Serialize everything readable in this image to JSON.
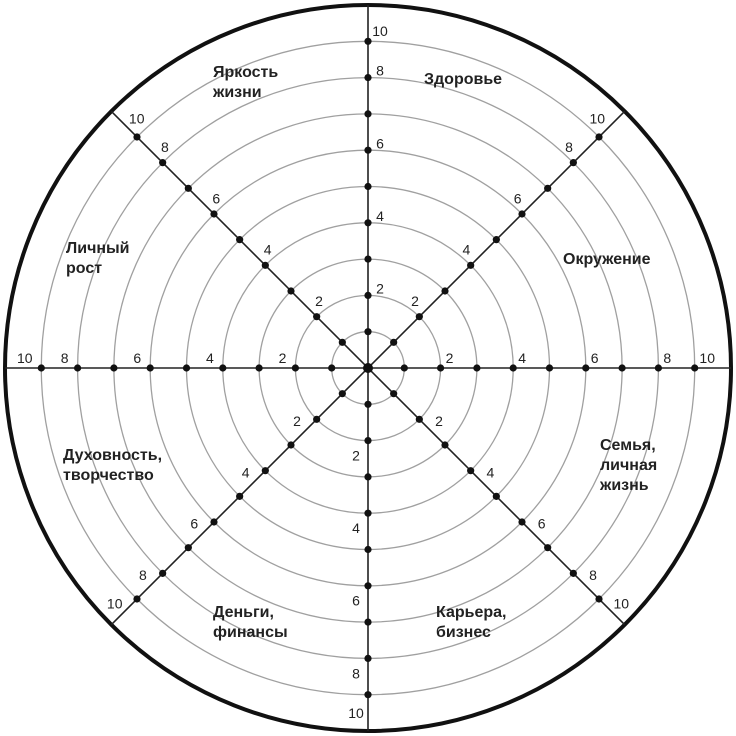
{
  "title": "Колесо жизненного баланса",
  "scale": {
    "min": 0,
    "max": 10,
    "step": 1,
    "labels": [
      "2",
      "4",
      "6",
      "8",
      "10"
    ]
  },
  "colors": {
    "ring": "#a0a0a0",
    "axis": "#222222",
    "outer": "#111111",
    "dot": "#111111"
  },
  "categories": [
    {
      "lines": [
        "Здоровье"
      ]
    },
    {
      "lines": [
        "Окружение"
      ]
    },
    {
      "lines": [
        "Семья,",
        "личная",
        "жизнь"
      ]
    },
    {
      "lines": [
        "Карьера,",
        "бизнес"
      ]
    },
    {
      "lines": [
        "Деньги,",
        "финансы"
      ]
    },
    {
      "lines": [
        "Духовность,",
        "творчество"
      ]
    },
    {
      "lines": [
        "Личный",
        "рост"
      ]
    },
    {
      "lines": [
        "Яркость",
        "жизни"
      ]
    }
  ]
}
